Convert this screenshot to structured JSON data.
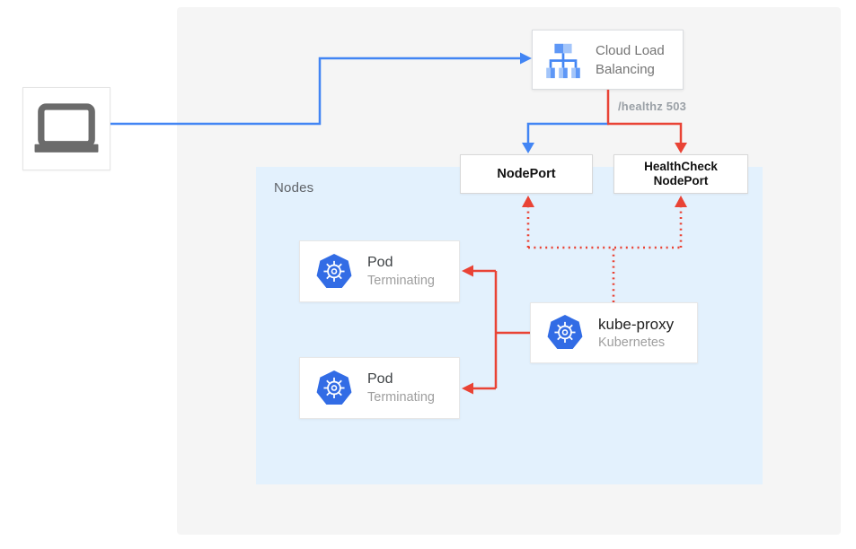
{
  "colors": {
    "blue": "#4285f4",
    "red": "#e94335",
    "panel_gray": "#f5f5f5",
    "panel_blue": "#e3f1fd",
    "k8s_blue": "#326ce5"
  },
  "client": {
    "icon": "laptop-icon"
  },
  "load_balancer": {
    "icon": "cloud-load-balancing-icon",
    "label": "Cloud Load Balancing",
    "label_line1": "Cloud Load",
    "label_line2": "Balancing"
  },
  "edge_labels": {
    "healthz": "/healthz 503"
  },
  "nodeport": {
    "label": "NodePort"
  },
  "healthcheck_nodeport": {
    "label_line1": "HealthCheck",
    "label_line2": "NodePort"
  },
  "nodes_panel": {
    "label": "Nodes"
  },
  "pods": [
    {
      "icon": "kubernetes-icon",
      "title": "Pod",
      "subtitle": "Terminating"
    },
    {
      "icon": "kubernetes-icon",
      "title": "Pod",
      "subtitle": "Terminating"
    }
  ],
  "kube_proxy": {
    "icon": "kubernetes-icon",
    "title": "kube-proxy",
    "subtitle": "Kubernetes"
  }
}
